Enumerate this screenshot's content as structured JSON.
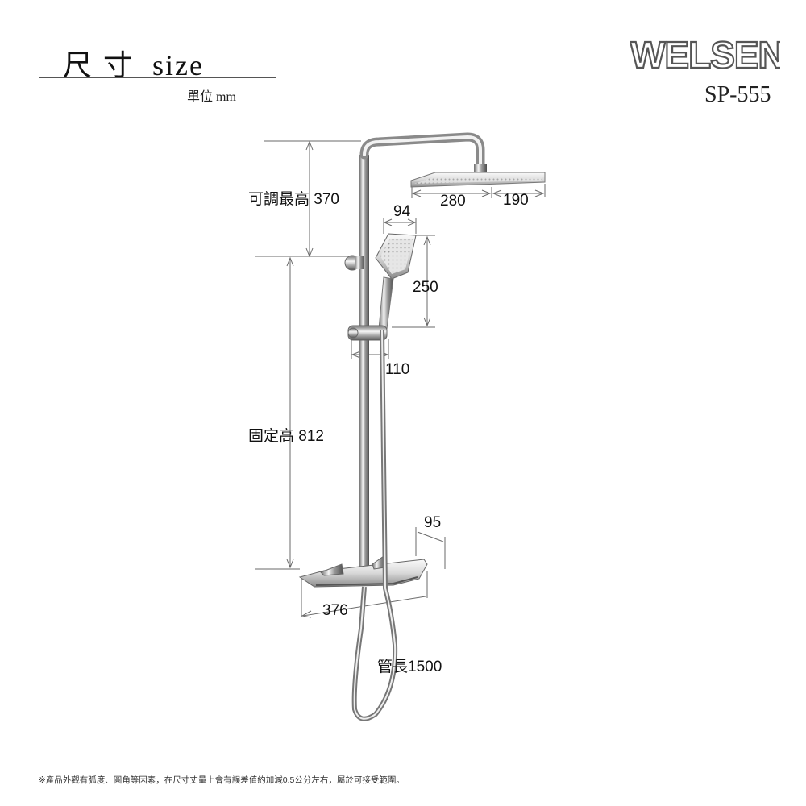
{
  "header": {
    "title_zh": "尺寸",
    "title_en": "size",
    "unit_label": "單位 mm",
    "brand": "WELSEN",
    "model": "SP-555"
  },
  "dimensions": {
    "adjustable_max_height": "可調最高 370",
    "handshower_width": "94",
    "overhead_length": "280",
    "overhead_width": "190",
    "handshower_length": "250",
    "slider_width": "110",
    "fixed_height": "固定高 812",
    "shelf_depth": "95",
    "shelf_length": "376",
    "hose_length": "管長1500"
  },
  "footnote": "※產品外觀有弧度、圓角等因素，在尺寸丈量上會有誤差值約加減0.5公分左右，屬於可接受範圍。",
  "colors": {
    "chrome_dark": "#7a7a7a",
    "chrome_light": "#f2f2f2",
    "dimension_line": "#666666",
    "logo_grey": "#555555"
  }
}
